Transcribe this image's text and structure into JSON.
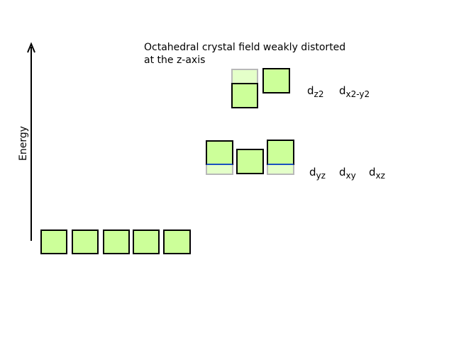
{
  "diagram": {
    "title_line1": "Octahedral crystal field weakly distorted",
    "title_line2": "at the z-axis",
    "axis_label": "Energy",
    "colors": {
      "orbital_fill": "#ccff99",
      "orbital_stroke": "#000000",
      "ghost_stroke": "#b8b8b8",
      "accent_line": "#1a4fbf"
    },
    "levels": {
      "degenerate": {
        "orbital_count": 5
      },
      "eg_split": {
        "labels": [
          {
            "base": "d",
            "sub": "z2"
          },
          {
            "base": "d",
            "sub": "x2-y2"
          }
        ]
      },
      "t2g_split": {
        "labels": [
          {
            "base": "d",
            "sub": "yz"
          },
          {
            "base": "d",
            "sub": "xy"
          },
          {
            "base": "d",
            "sub": "xz"
          }
        ]
      }
    }
  }
}
